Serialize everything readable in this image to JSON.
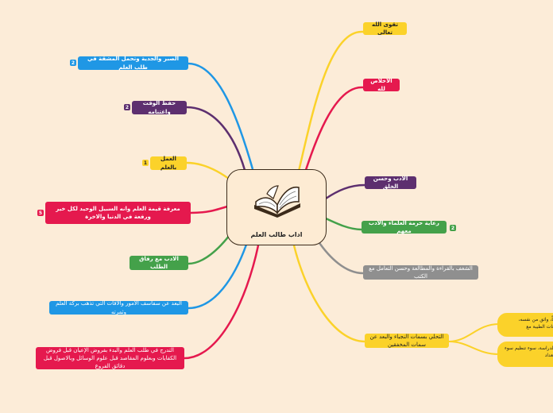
{
  "center": {
    "title": "اداب طالب العلم",
    "icon": "open-book-icon"
  },
  "right_nodes": [
    {
      "id": "taqwa",
      "text": "تقوى الله تعالى",
      "color": "#fbd22a"
    },
    {
      "id": "ikhlas",
      "text": "الاخلاص لله",
      "color": "#e5194e"
    },
    {
      "id": "adab",
      "text": "الادب وحسن الخلق",
      "color": "#5d2f6f"
    },
    {
      "id": "ulama",
      "text": "رعاية حرمة العلماء والادب معهم",
      "color": "#44a14a",
      "badge": "2"
    },
    {
      "id": "shaghaf",
      "text": "الشغف بالقراءة والمطالعة وحسن التعامل مع الكتب",
      "color": "#8f8f8f"
    },
    {
      "id": "tahalli",
      "text": "التحلي بسمات النجباء والبعد عن سمات المخفقين",
      "color": "#fbd22a"
    }
  ],
  "left_nodes": [
    {
      "id": "sabr",
      "text": "الصبر والجدية وتحمل المشقة في طلب العلم",
      "color": "#1f97e5",
      "badge": "2"
    },
    {
      "id": "waqt",
      "text": "حفظ الوقت واغتنامه",
      "color": "#5d2f6f",
      "badge": "2"
    },
    {
      "id": "amal",
      "text": "العمل بالعلم",
      "color": "#fbd22a",
      "badge": "1"
    },
    {
      "id": "maarifa",
      "text": "معرفة قيمة العلم وانه السبيل الوحيد لكل خير ورفعة في الدنيا والاخرة",
      "color": "#e5194e",
      "badge": "5"
    },
    {
      "id": "rifaq",
      "text": "الادب مع رفاق الطلب",
      "color": "#44a14a"
    },
    {
      "id": "bud",
      "text": "البعد عن سفاسف الامور والافات التي تذهب بركة العلم وثمرته",
      "color": "#1f97e5"
    },
    {
      "id": "tadarruj",
      "text": "التدرج في طلب العلم والبدء بفروض الإعيان قبل فروض الكفايات وبعلوم المقاصد قبل علوم الوسائل وبالاصول قبل دقائق الفروع",
      "color": "#e5194e"
    }
  ],
  "sub_nodes": [
    "سامياً، واثق من نفسه، العلاقات الطيبة مع",
    "في الدراسة، سوء تنظيم سوء الإستعداد"
  ]
}
